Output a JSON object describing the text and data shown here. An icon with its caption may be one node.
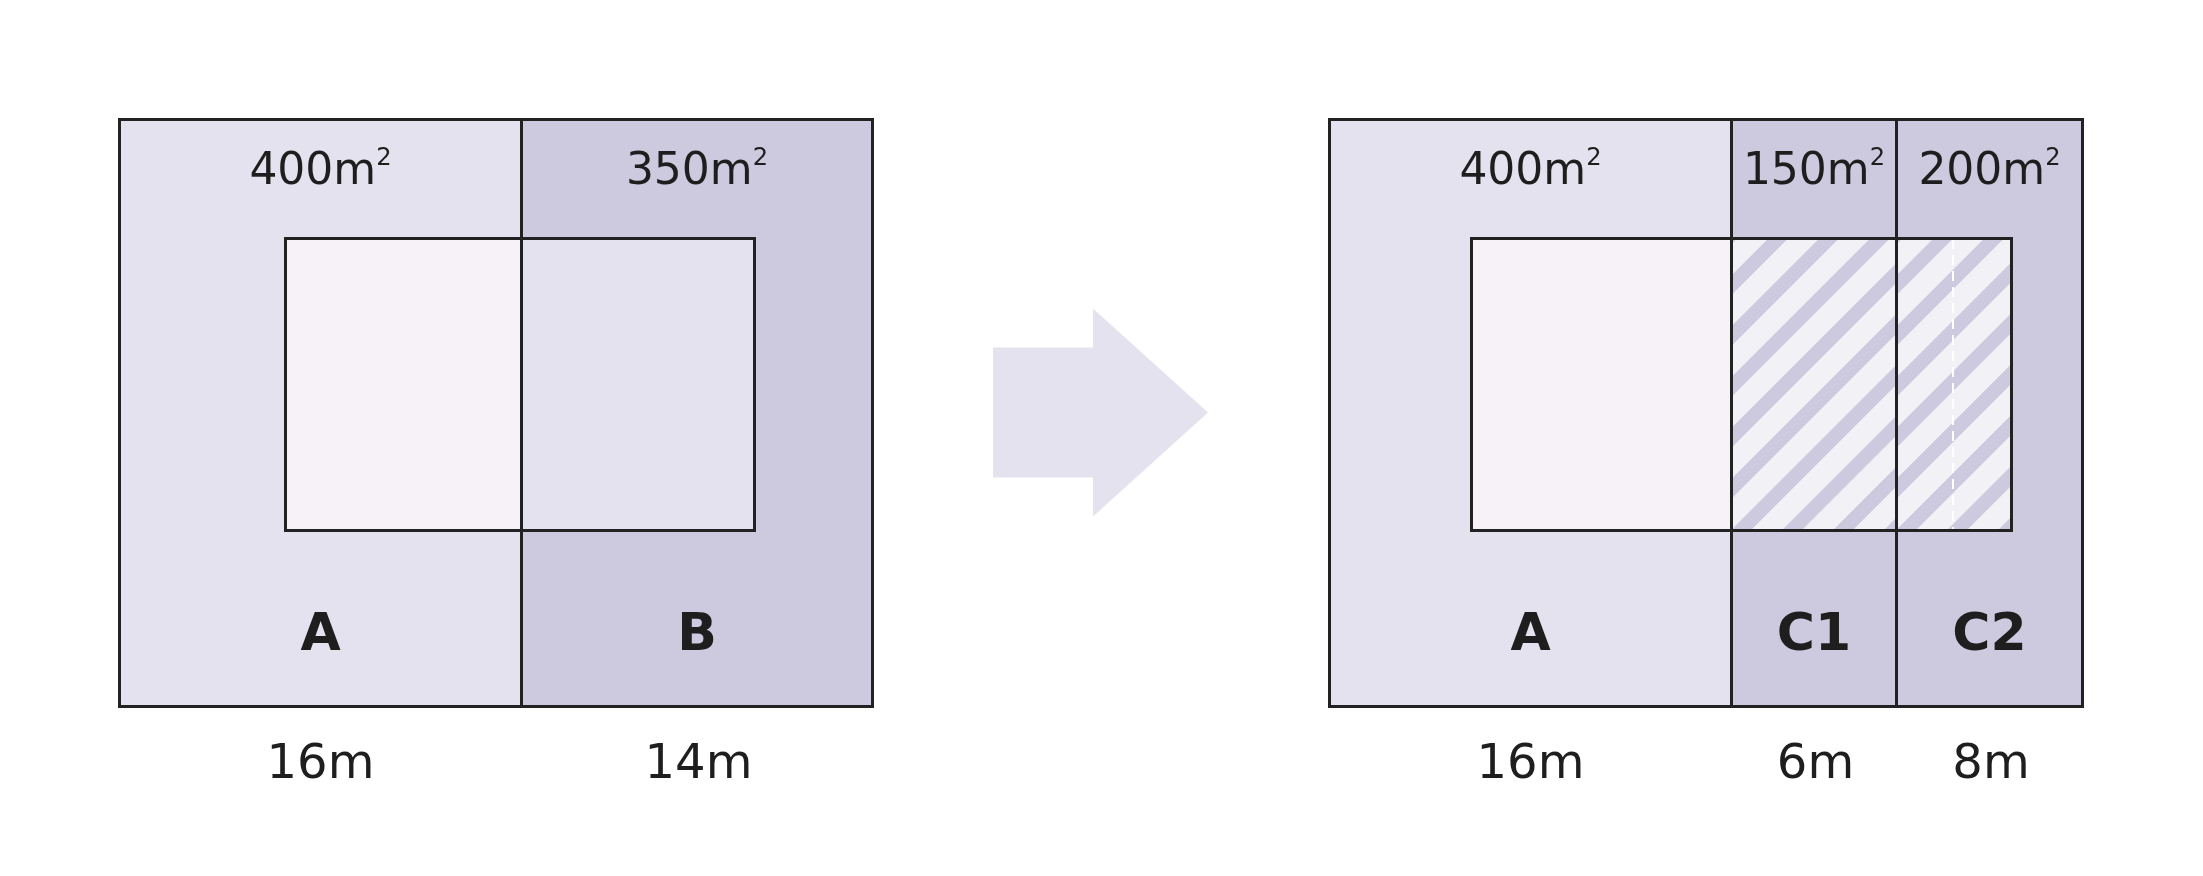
{
  "diagram": {
    "nodes": [
      {
        "text": [
          "400m$^{2}$",
          "A"
        ],
        "beside": [
          "16m"
        ]
      },
      {
        "text": [
          "350m$^{2}$",
          "B"
        ],
        "beside": [
          "14m"
        ]
      },
      {
        "text": [
          "400m$^{2}$",
          "A"
        ],
        "beside": [
          "16m"
        ]
      },
      {
        "text": [
          "150m$^{2}$",
          "C1"
        ],
        "beside": [
          "6m"
        ]
      },
      {
        "text": [
          "200m$^{2}$",
          "C2"
        ],
        "beside": [
          "8m"
        ]
      }
    ],
    "edges": [
      {
        "from": 1,
        "to": 2,
        "arrow": "to",
        "style": "thick",
        "color": "#e4e2ee"
      }
    ]
  }
}
